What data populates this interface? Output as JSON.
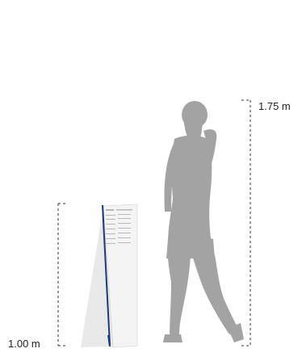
{
  "measurements": {
    "person_height": "1.75 m",
    "stand_height": "1.00 m"
  },
  "illustration": {
    "person": "silhouette-person",
    "stand": "display-stand"
  },
  "colors": {
    "silhouette": "#a3a3a3",
    "stand_panel": "#f1f1f2",
    "stand_edge": "#1d3a7a",
    "dashed_line": "#333333"
  }
}
